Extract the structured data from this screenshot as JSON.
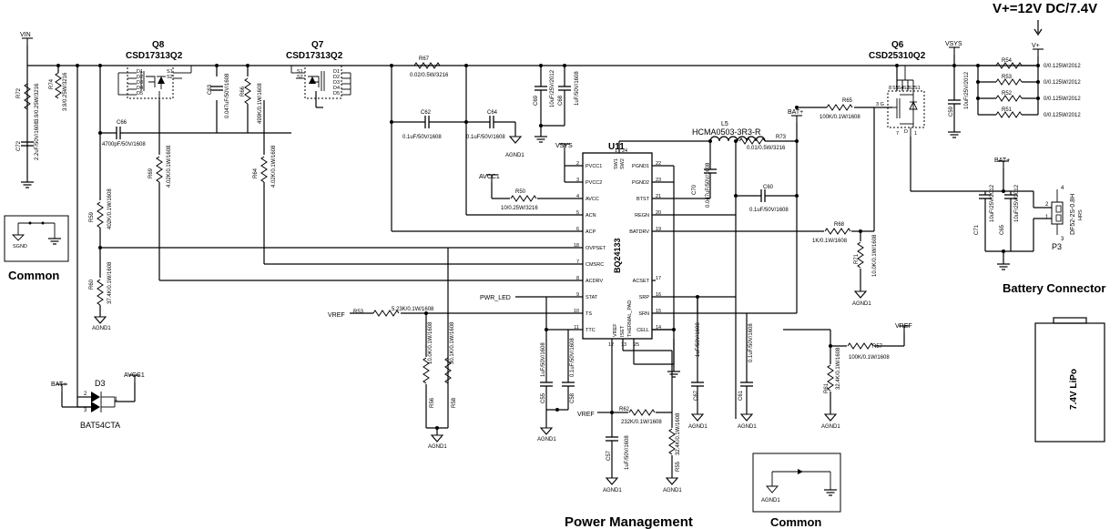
{
  "title": "Power Management",
  "common_label": "Common",
  "supply_label": "V+=12V DC/7.4V",
  "battery_connector_label": "Battery Connector",
  "battery_label": "7.4V LiPo",
  "nets": {
    "vin": "VIN",
    "vsys": "VSYS",
    "vplus": "V+",
    "batp": "BAT+",
    "avcc1": "AVCC1",
    "agnd1": "AGND1",
    "vref": "VREF",
    "pwr_led": "PWR_LED",
    "sgnd": "SGND"
  },
  "ic": {
    "ref": "U11",
    "part": "BQ24133",
    "pins_left": [
      {
        "n": "2",
        "name": "PVCC1"
      },
      {
        "n": "3",
        "name": "PVCC2"
      },
      {
        "n": "4",
        "name": "AVCC"
      },
      {
        "n": "5",
        "name": "ACN"
      },
      {
        "n": "6",
        "name": "ACP"
      },
      {
        "n": "18",
        "name": "OVPSET"
      },
      {
        "n": "7",
        "name": "CMSRC"
      },
      {
        "n": "8",
        "name": "ACDRV"
      },
      {
        "n": "9",
        "name": "STAT"
      },
      {
        "n": "10",
        "name": "TS"
      },
      {
        "n": "11",
        "name": "TTC"
      }
    ],
    "pins_right": [
      {
        "n": "22",
        "name": "PGND1"
      },
      {
        "n": "23",
        "name": "PGND2"
      },
      {
        "n": "21",
        "name": "BTST"
      },
      {
        "n": "20",
        "name": "REGN"
      },
      {
        "n": "19",
        "name": "BATDRV"
      },
      {
        "n": "17",
        "name": "ACSET"
      },
      {
        "n": "16",
        "name": "SRP"
      },
      {
        "n": "15",
        "name": "SRN"
      },
      {
        "n": "14",
        "name": "CELL"
      }
    ],
    "top_pins": [
      "SW1",
      "SW2"
    ],
    "top_nums": [
      "1",
      "24"
    ],
    "bottom_pins": [
      "VREF",
      "ISET",
      "THERMAL_PAD"
    ],
    "bottom_nums": [
      "12",
      "13",
      "25"
    ]
  },
  "mosfets": {
    "q8": {
      "ref": "Q8",
      "part": "CSD17313Q2"
    },
    "q7": {
      "ref": "Q7",
      "part": "CSD17313Q2"
    },
    "q6": {
      "ref": "Q6",
      "part": "CSD25310Q2"
    },
    "q6_pins_top": [
      "8",
      "S5",
      "S4",
      "S3",
      "S2",
      "S1"
    ],
    "q6_pins_bottom": [
      "7",
      "D",
      "1"
    ],
    "q6_gate": "3  G",
    "q8_pins": [
      "D1",
      "D2",
      "D3",
      "D4",
      "D5",
      "S1",
      "S2"
    ],
    "q7_pins": [
      "D1",
      "D2",
      "D3",
      "D4",
      "D5",
      "S1",
      "S2"
    ]
  },
  "diode": {
    "ref": "D3",
    "part": "BAT54CTA",
    "pins": [
      "2",
      "3",
      "1"
    ]
  },
  "inductor": {
    "ref": "L5",
    "part": "HCMA0503-3R3-R"
  },
  "connector": {
    "ref": "P3",
    "part": "DF52-2S-0.8H",
    "extra": "HRS",
    "pins": [
      "4",
      "2",
      "1",
      "3"
    ]
  },
  "resistors": {
    "r72": {
      "ref": "R72",
      "val": "3.9/0.25W/3216"
    },
    "r74": {
      "ref": "R74",
      "val": "3.9/0.25W/3216"
    },
    "r67": {
      "ref": "R67",
      "val": "0.02/0.5W/3216"
    },
    "r66": {
      "ref": "R66",
      "val": "499K/0.1W/1608"
    },
    "r69": {
      "ref": "R69",
      "val": "4.02K/0.1W/1608"
    },
    "r64": {
      "ref": "R64",
      "val": "4.02K/0.1W/1608"
    },
    "r59": {
      "ref": "R59",
      "val": "402K/0.1W/1608"
    },
    "r60": {
      "ref": "R60",
      "val": "37.4K/0.1W/1608"
    },
    "r50": {
      "ref": "R50",
      "val": "10/0.25W/3216"
    },
    "r53": {
      "ref": "R53",
      "val": "5.23K/0.1W/1608"
    },
    "r56": {
      "ref": "R56",
      "val": "10.0K/0.1W/1608"
    },
    "r58": {
      "ref": "R58",
      "val": "30.1K/0.1W/1608"
    },
    "r62": {
      "ref": "R62",
      "val": "232K/0.1W/1608"
    },
    "r55": {
      "ref": "R55",
      "val": "32.4K/0.1W/1608"
    },
    "r65": {
      "ref": "R65",
      "val": "100K/0.1W/1608"
    },
    "r73": {
      "ref": "R73",
      "val": "0.01/0.5W/3216"
    },
    "r68": {
      "ref": "R68",
      "val": "1K/0.1W/1608"
    },
    "r71": {
      "ref": "R71",
      "val": "10.0K/0.1W/1608"
    },
    "r57": {
      "ref": "R57",
      "val": "100K/0.1W/1608"
    },
    "r61": {
      "ref": "R61",
      "val": "32.4K/0.1W/1608"
    },
    "r54": {
      "ref": "R54",
      "val": "0/0.125W/2012"
    },
    "r53b": {
      "ref": "R53",
      "val": "0/0.125W/2012"
    },
    "r52": {
      "ref": "R52",
      "val": "0/0.125W/2012"
    },
    "r51": {
      "ref": "R51",
      "val": "0/0.125W/2012"
    }
  },
  "capacitors": {
    "c72": {
      "ref": "C72",
      "val": "2.2uF/50V/1608"
    },
    "c66": {
      "ref": "C66",
      "val": "4700pF/50V/1608"
    },
    "c63": {
      "ref": "C63",
      "val": "0.047uF/50V/1608"
    },
    "c62": {
      "ref": "C62",
      "val": "0.1uF/50V/1608"
    },
    "c64": {
      "ref": "C64",
      "val": "0.1uF/50V/1608"
    },
    "c69": {
      "ref": "C69",
      "val": "10uF/25V/2012"
    },
    "c68": {
      "ref": "C68",
      "val": "1uF/50V/1608"
    },
    "c70": {
      "ref": "C70",
      "val": "0.047uF/50V/1608"
    },
    "c60": {
      "ref": "C60",
      "val": "0.1uF/50V/1608"
    },
    "c55": {
      "ref": "C55",
      "val": "1uF/50V/1608"
    },
    "c58": {
      "ref": "C58",
      "val": "0.1uF/50V/1608"
    },
    "c67": {
      "ref": "C67",
      "val": "1uF/50V/1608"
    },
    "c61": {
      "ref": "C61",
      "val": "0.1uF/50V/1608"
    },
    "c57": {
      "ref": "C57",
      "val": "1uF/50V/1608"
    },
    "c59": {
      "ref": "C59",
      "val": "10uF/25V/2012"
    },
    "c71": {
      "ref": "C71",
      "val": "10uF/25V/2012"
    },
    "c65": {
      "ref": "C65",
      "val": "10uF/25V/2012"
    }
  }
}
